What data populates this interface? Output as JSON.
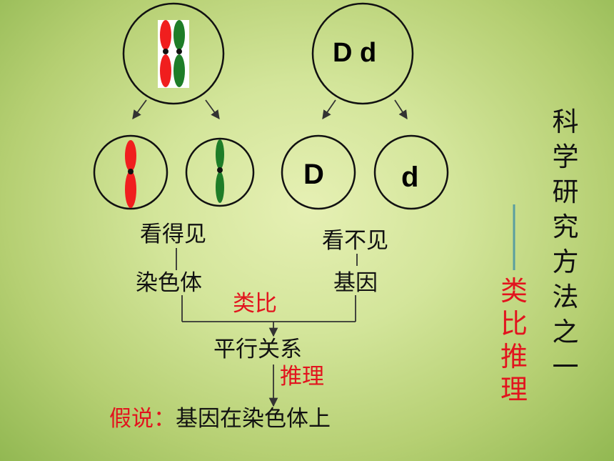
{
  "diagram": {
    "alleles": {
      "pair": "D d",
      "left": "D",
      "right": "d"
    },
    "visible_label": "看得见",
    "invisible_label": "看不见",
    "chromosome_label": "染色体",
    "gene_label": "基因",
    "analogy_label": "类比",
    "parallel_label": "平行关系",
    "reasoning_label": "推理",
    "hypothesis_prefix": "假说：",
    "hypothesis_text": "基因在染色体上"
  },
  "sidebar": {
    "title": "科学研究方法之一",
    "method": "类比推理"
  },
  "colors": {
    "chromosome_red": "#f01e1e",
    "chromosome_green": "#1e7d28",
    "accent_red": "#e2141e",
    "dash_teal": "#5a9ea0"
  }
}
